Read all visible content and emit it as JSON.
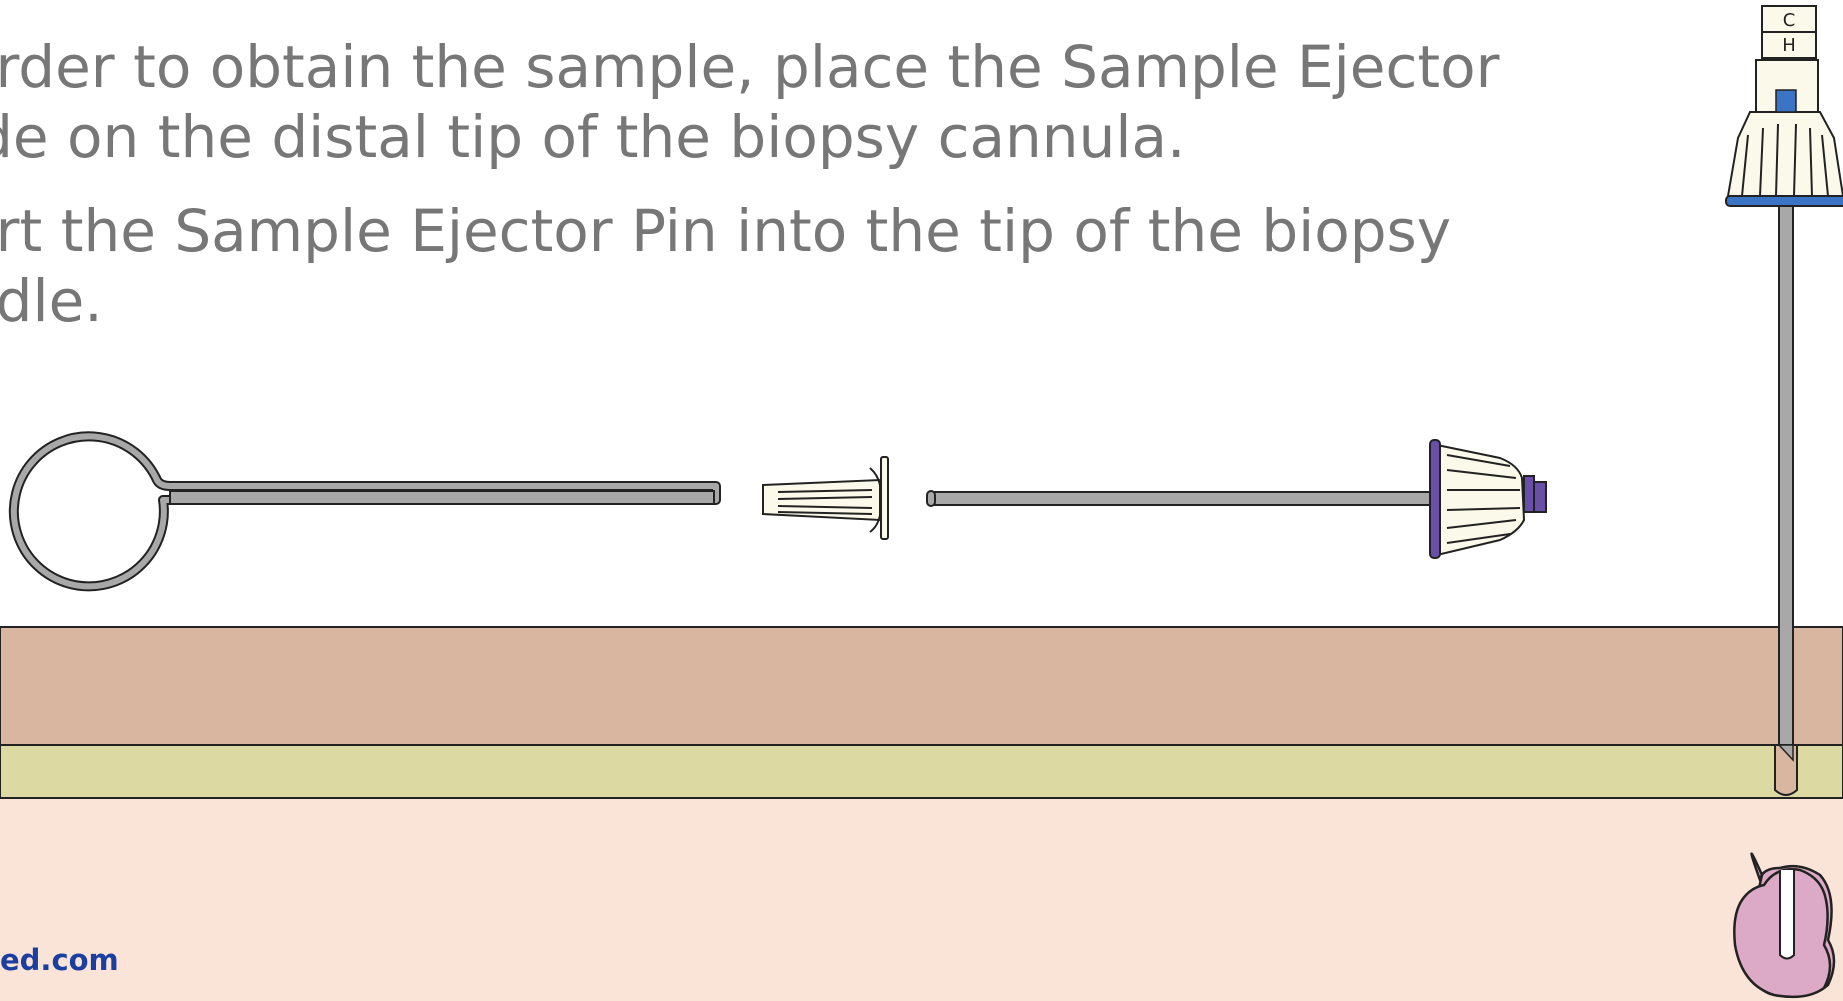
{
  "instructions": {
    "step1": [
      "order to obtain the sample, place the Sample Ejector",
      "ide on the distal tip of the biopsy cannula."
    ],
    "step2": [
      "ert the Sample Ejector Pin into the tip of the biopsy",
      "edle."
    ]
  },
  "watermark": "ed.com",
  "colors": {
    "text": "#777777",
    "skin_dermis": "#d8b6a0",
    "fat_layer": "#dcd9a2",
    "tissue": "#fae4d8",
    "specimen": "#dcaac6",
    "metal": "#a8a8a8",
    "hub_cream": "#fbf9ea",
    "hub_purple": "#6a4fa8",
    "hub_blue": "#3b74c4",
    "watermark": "#1b3fa0"
  },
  "icons": [
    "ejector-pin-icon",
    "ejector-guide-icon",
    "biopsy-cannula-icon",
    "biopsy-needle-icon",
    "tissue-sample-icon"
  ]
}
